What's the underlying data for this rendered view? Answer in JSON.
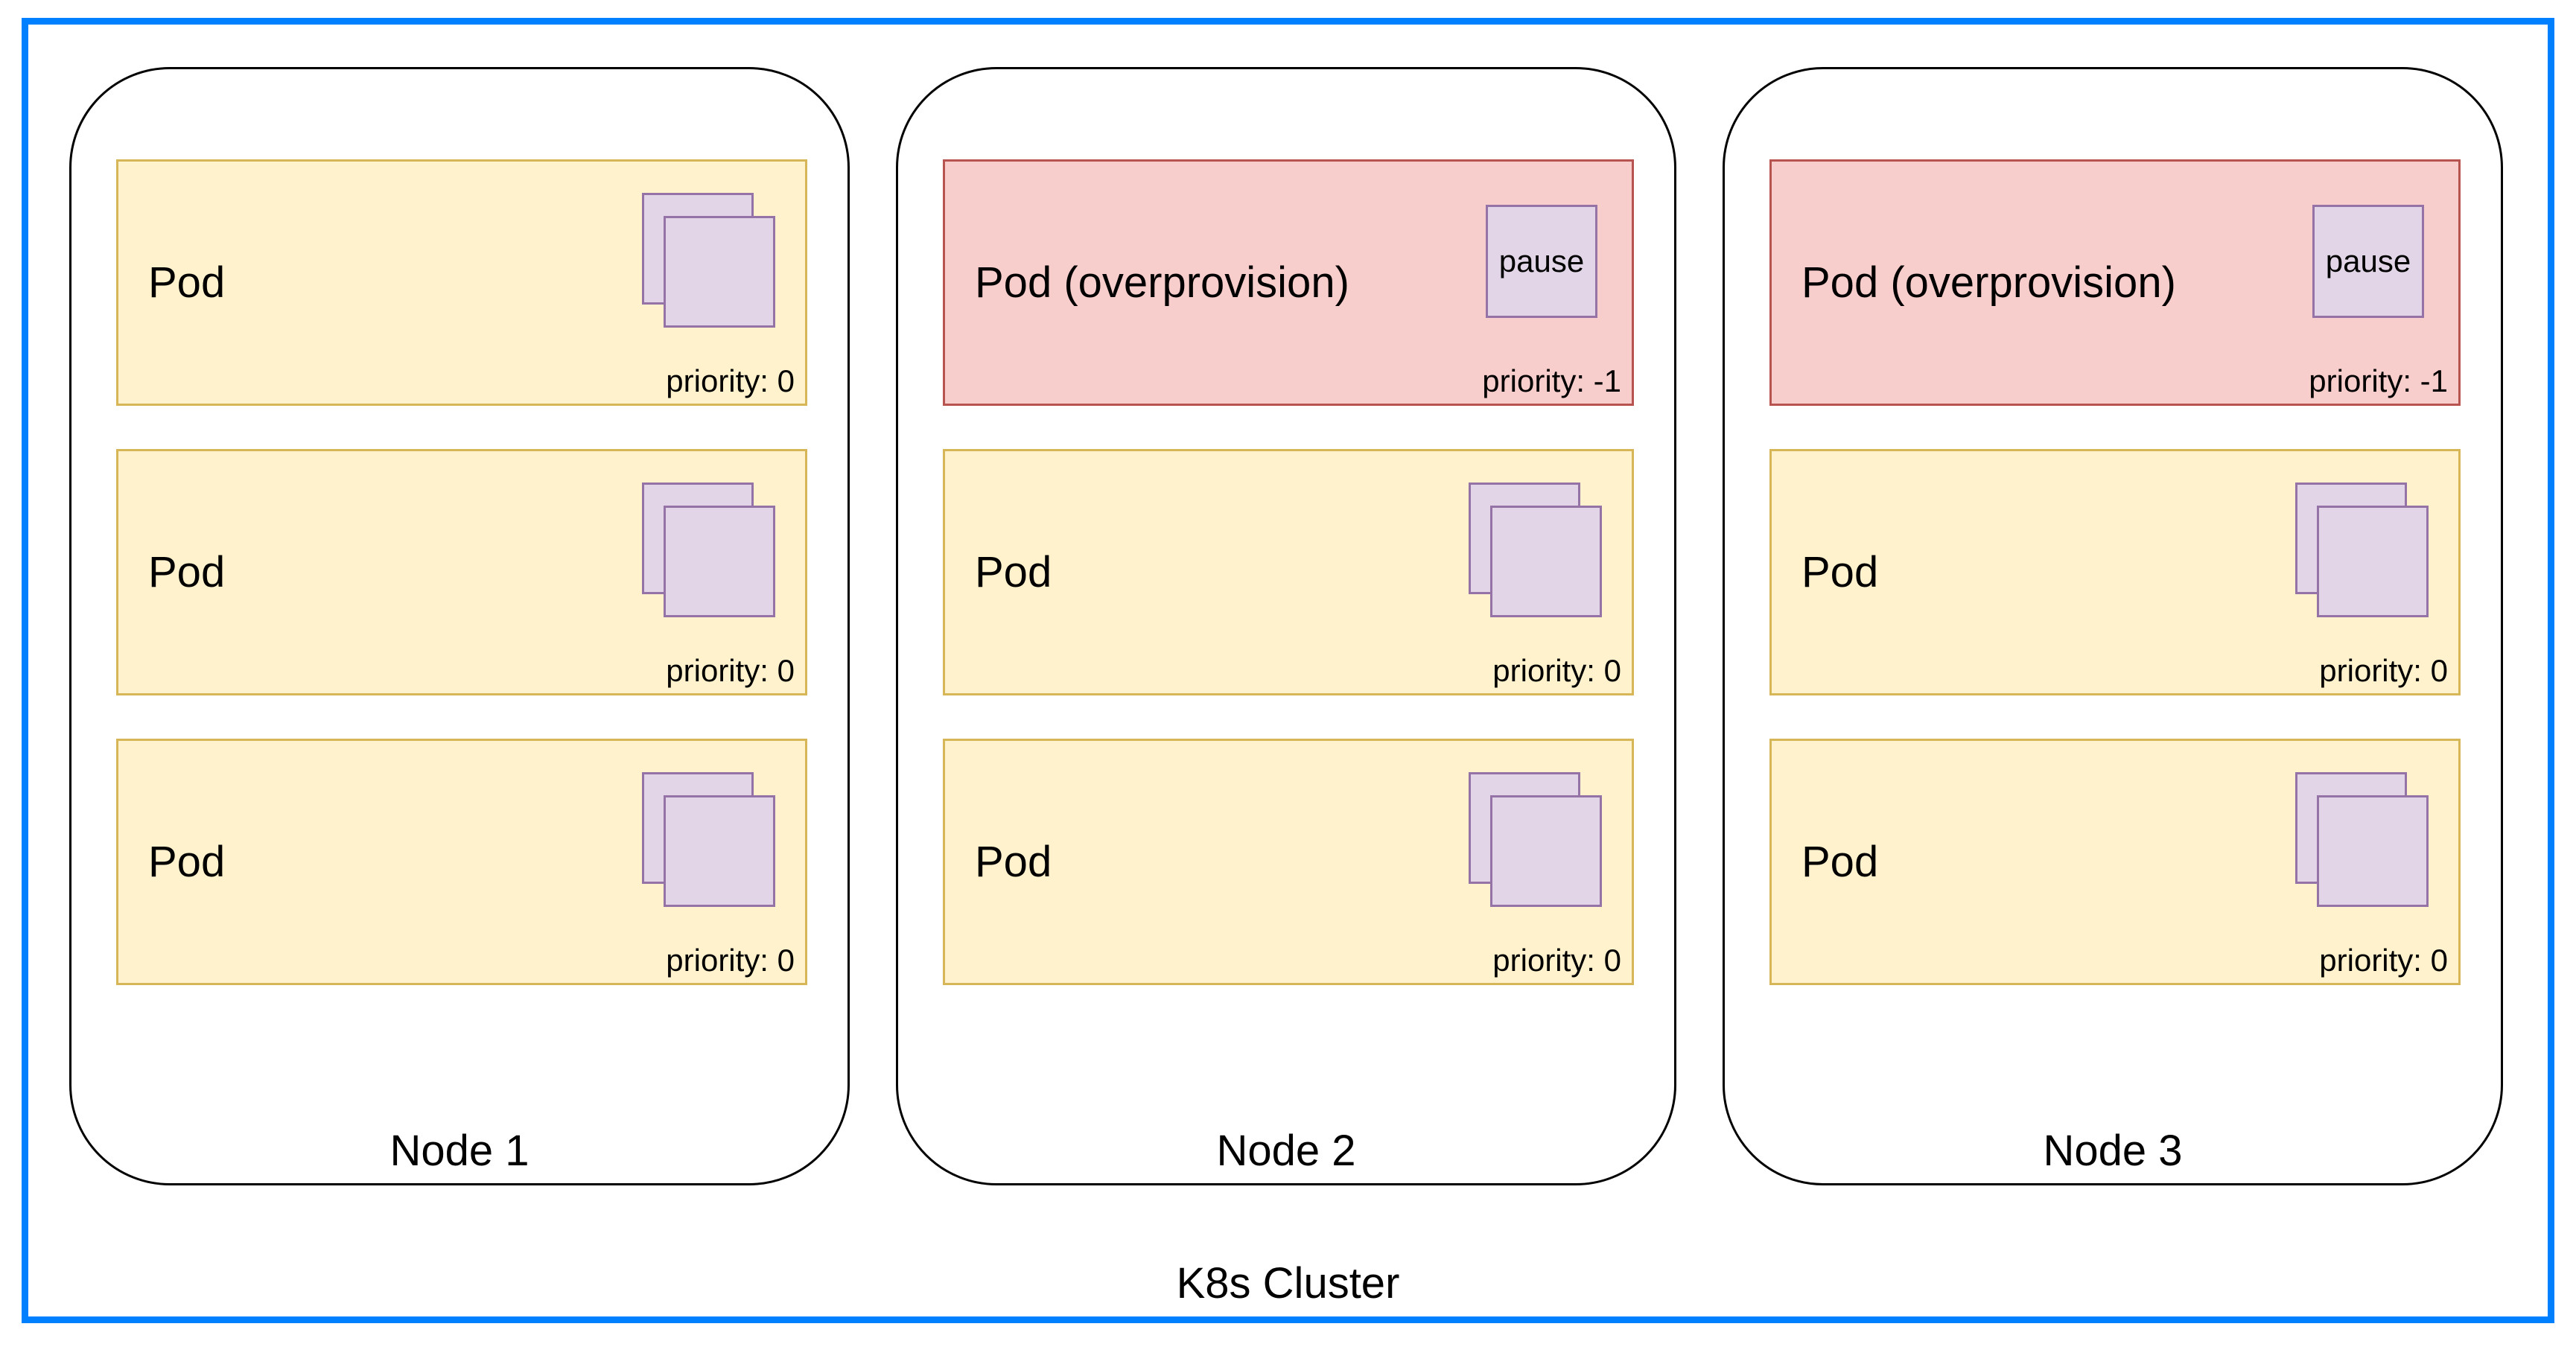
{
  "diagram": {
    "cluster_label": "K8s Cluster"
  },
  "colors": {
    "cluster_border": "#0080FF",
    "node_border": "#000000",
    "node_fill": "#FFFFFF",
    "pod_fill": "#FFF2CC",
    "pod_border": "#D6B656",
    "overprovision_fill": "#F8CECC",
    "overprovision_border": "#B85450",
    "container_fill": "#E1D5E7",
    "container_border": "#9673A6",
    "text": "#000000",
    "background": "#FFFFFF"
  },
  "nodes": [
    {
      "label": "Node 1",
      "pods": [
        {
          "label": "Pod",
          "priority": "priority: 0",
          "overprovision": false,
          "icon": "stacked-containers"
        },
        {
          "label": "Pod",
          "priority": "priority: 0",
          "overprovision": false,
          "icon": "stacked-containers"
        },
        {
          "label": "Pod",
          "priority": "priority: 0",
          "overprovision": false,
          "icon": "stacked-containers"
        }
      ]
    },
    {
      "label": "Node 2",
      "pods": [
        {
          "label": "Pod (overprovision)",
          "priority": "priority: -1",
          "overprovision": true,
          "icon": "pause-container",
          "pause_label": "pause"
        },
        {
          "label": "Pod",
          "priority": "priority: 0",
          "overprovision": false,
          "icon": "stacked-containers"
        },
        {
          "label": "Pod",
          "priority": "priority: 0",
          "overprovision": false,
          "icon": "stacked-containers"
        }
      ]
    },
    {
      "label": "Node 3",
      "pods": [
        {
          "label": "Pod (overprovision)",
          "priority": "priority: -1",
          "overprovision": true,
          "icon": "pause-container",
          "pause_label": "pause"
        },
        {
          "label": "Pod",
          "priority": "priority: 0",
          "overprovision": false,
          "icon": "stacked-containers"
        },
        {
          "label": "Pod",
          "priority": "priority: 0",
          "overprovision": false,
          "icon": "stacked-containers"
        }
      ]
    }
  ]
}
